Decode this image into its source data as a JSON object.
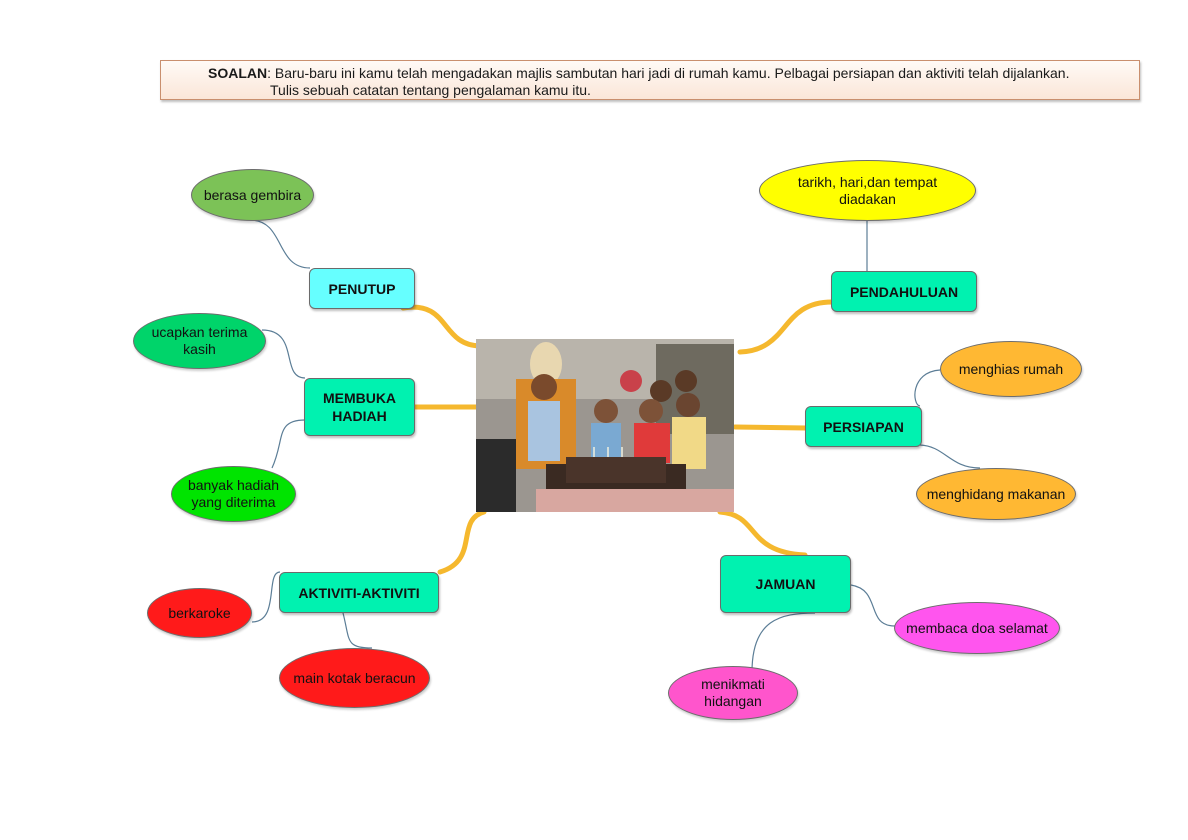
{
  "question": {
    "label": "SOALAN",
    "line1": ": Baru-baru ini kamu telah mengadakan majlis sambutan hari jadi di rumah kamu.  Pelbagai persiapan dan aktiviti telah dijalankan.",
    "line2": "Tulis sebuah catatan tentang pengalaman kamu itu."
  },
  "branches": {
    "penutup": {
      "label": "PENUTUP",
      "color": "#66ffff"
    },
    "pendahuluan": {
      "label": "PENDAHULUAN",
      "color": "#00f2b0"
    },
    "membuka_hadiah": {
      "label": "MEMBUKA\nHADIAH",
      "color": "#00f2b0"
    },
    "persiapan": {
      "label": "PERSIAPAN",
      "color": "#00f2b0"
    },
    "aktiviti": {
      "label": "AKTIVITI-AKTIVITI",
      "color": "#00f2b0"
    },
    "jamuan": {
      "label": "JAMUAN",
      "color": "#00f2b0"
    }
  },
  "leaves": {
    "berasa_gembira": {
      "text": "berasa gembira",
      "color": "#7cc257"
    },
    "tarikh": {
      "text": "tarikh, hari,dan tempat diadakan",
      "color": "#ffff00"
    },
    "ucapkan": {
      "text": "ucapkan terima\nkasih",
      "color": "#00d46a"
    },
    "banyak_hadiah": {
      "text": "banyak hadiah\nyang diterima",
      "color": "#00e400"
    },
    "menghias": {
      "text": "menghias rumah",
      "color": "#ffb833"
    },
    "menghidang": {
      "text": "menghidang makanan",
      "color": "#ffb833"
    },
    "berkaroke": {
      "text": "berkaroke",
      "color": "#ff1a1a"
    },
    "main_kotak": {
      "text": "main kotak beracun",
      "color": "#ff1a1a"
    },
    "membaca_doa": {
      "text": "membaca doa selamat",
      "color": "#ff55ee"
    },
    "menikmati": {
      "text": "menikmati\nhidangan",
      "color": "#ff55cc"
    }
  },
  "center_image": {
    "subject": "birthday-party-photo"
  },
  "colors": {
    "branch_connector": "#f5b82e",
    "leaf_connector": "#5b7d96"
  }
}
